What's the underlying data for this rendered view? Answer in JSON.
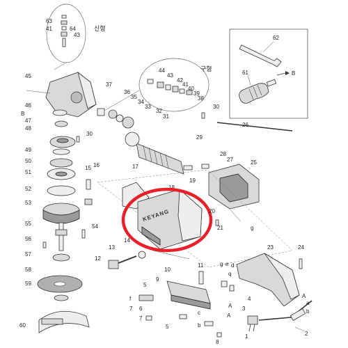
{
  "callouts": {
    "top_variant": "신형",
    "mid_variant": "구형",
    "brand": "KEYANG"
  },
  "labels": {
    "l63": "63",
    "l41a": "41",
    "l64": "64",
    "l43a": "43",
    "l62": "62",
    "l61": "61",
    "lB1": "B",
    "l44": "44",
    "l43b": "43",
    "l42": "42",
    "l41b": "41",
    "l40": "40",
    "l39": "39",
    "l38": "38",
    "l45": "45",
    "l37": "37",
    "l36": "36",
    "l35": "35",
    "l34": "34",
    "l33": "33",
    "l46": "46",
    "lB2": "B",
    "l47": "47",
    "l48": "48",
    "l32": "32",
    "l31": "31",
    "l30a": "30",
    "l30b": "30",
    "l26": "26",
    "l29": "29",
    "l28": "28",
    "l27": "27",
    "l25": "25",
    "l49": "49",
    "l50": "50",
    "l51": "51",
    "l52": "52",
    "l53": "53",
    "l15": "15",
    "l16": "16",
    "l17": "17",
    "l18": "18",
    "l19": "19",
    "l20": "20",
    "l21": "21",
    "lg1": "g",
    "l55": "55",
    "l54": "54",
    "l56": "56",
    "l57": "57",
    "l58": "58",
    "l59": "59",
    "l60": "60",
    "l14": "14",
    "l13": "13",
    "l12": "12",
    "l23": "23",
    "l24": "24",
    "l10": "10",
    "l11": "11",
    "l9": "9",
    "lg2": "g",
    "le": "e",
    "ld": "d",
    "lq": "q",
    "l5a": "5",
    "l5b": "5",
    "lf": "f",
    "l7a": "7",
    "l7b": "7",
    "l6": "6",
    "l3": "3",
    "l4": "4",
    "lA1": "A",
    "lA2": "A",
    "lc": "c",
    "lb1": "b",
    "l8": "8",
    "l1": "1",
    "l2": "2",
    "lA3": "A",
    "la": "a",
    "lb2": "b"
  },
  "icons": {
    "arrow": "arrow-right-icon"
  }
}
